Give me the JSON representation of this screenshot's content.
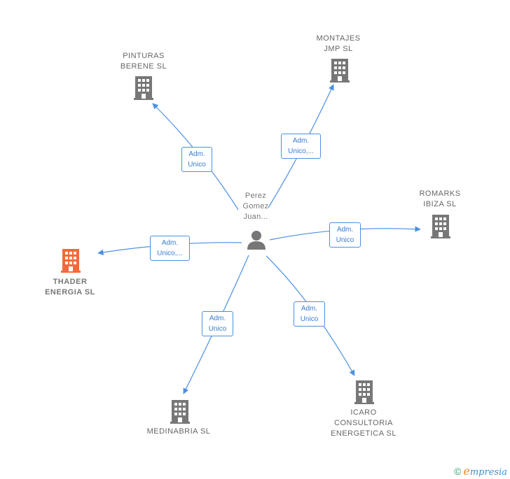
{
  "colors": {
    "edge": "#4a90e2",
    "company": "#777777",
    "focus_company": "#f26a3a",
    "person": "#777777"
  },
  "person": {
    "name": "Perez\nGomez\nJuan...",
    "icon": "person-icon"
  },
  "companies": [
    {
      "id": "pinturas",
      "name": "PINTURAS\nBERENE  SL",
      "icon": "building-icon",
      "focus": false
    },
    {
      "id": "montajes",
      "name": "MONTAJES\nJMP  SL",
      "icon": "building-icon",
      "focus": false
    },
    {
      "id": "romarks",
      "name": "ROMARKS\nIBIZA  SL",
      "icon": "building-icon",
      "focus": false
    },
    {
      "id": "thader",
      "name": "THADER\nENERGIA  SL",
      "icon": "building-icon",
      "focus": true
    },
    {
      "id": "medinabria",
      "name": "MEDINABRIA SL",
      "icon": "building-icon",
      "focus": false
    },
    {
      "id": "icaro",
      "name": "ICARO\nCONSULTORIA\nENERGETICA SL",
      "icon": "building-icon",
      "focus": false
    }
  ],
  "relations": [
    {
      "to": "pinturas",
      "label": "Adm.\nUnico"
    },
    {
      "to": "montajes",
      "label": "Adm.\nUnico,..."
    },
    {
      "to": "romarks",
      "label": "Adm.\nUnico"
    },
    {
      "to": "thader",
      "label": "Adm.\nUnico,..."
    },
    {
      "to": "medinabria",
      "label": "Adm.\nUnico"
    },
    {
      "to": "icaro",
      "label": "Adm.\nUnico"
    }
  ],
  "footer": {
    "copyright": "©",
    "brand_initial": "e",
    "brand_rest": "mpresia"
  }
}
